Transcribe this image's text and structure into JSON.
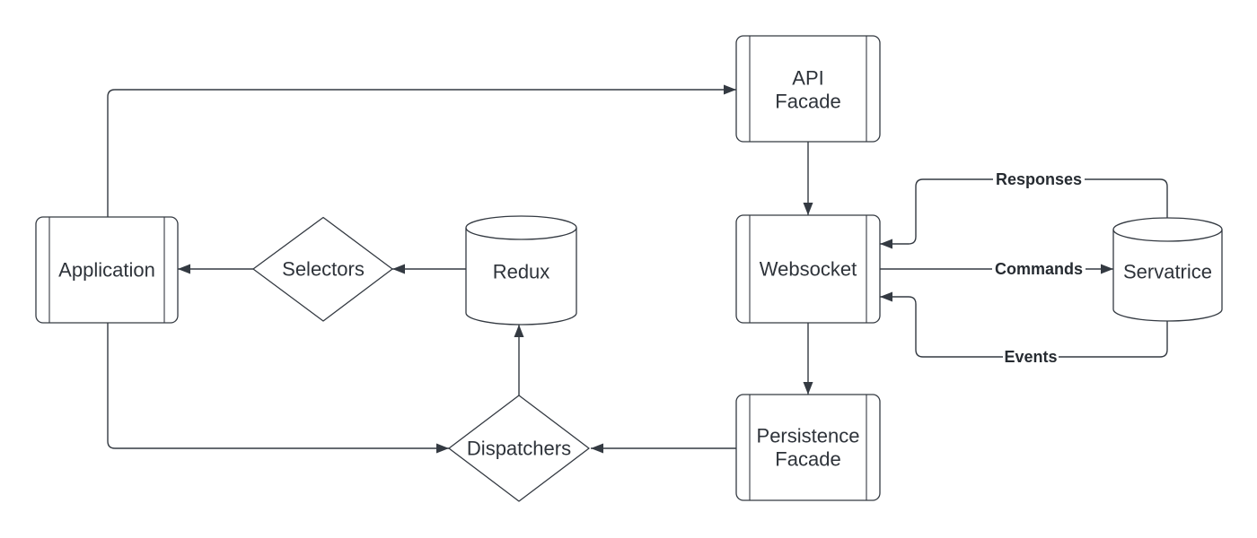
{
  "canvas": {
    "background": "#ffffff",
    "stroke_color": "#343a42",
    "node_text_color": "#2e333a",
    "edge_label_color": "#262b31"
  },
  "nodes": {
    "application": {
      "label": "Application",
      "shape": "process"
    },
    "selectors": {
      "label": "Selectors",
      "shape": "decision"
    },
    "redux": {
      "label": "Redux",
      "shape": "cylinder"
    },
    "api_facade": {
      "line1": "API",
      "line2": "Facade",
      "shape": "process"
    },
    "websocket": {
      "label": "Websocket",
      "shape": "process"
    },
    "servatrice": {
      "label": "Servatrice",
      "shape": "cylinder"
    },
    "persistence_facade": {
      "line1": "Persistence",
      "line2": "Facade",
      "shape": "process"
    },
    "dispatchers": {
      "label": "Dispatchers",
      "shape": "decision"
    }
  },
  "edges": [
    {
      "from": "Application",
      "to": "API Facade",
      "label": ""
    },
    {
      "from": "API Facade",
      "to": "Websocket",
      "label": ""
    },
    {
      "from": "Websocket",
      "to": "Servatrice",
      "label": "Commands"
    },
    {
      "from": "Servatrice",
      "to": "Websocket",
      "label": "Responses"
    },
    {
      "from": "Servatrice",
      "to": "Websocket",
      "label": "Events"
    },
    {
      "from": "Websocket",
      "to": "Persistence Facade",
      "label": ""
    },
    {
      "from": "Persistence Facade",
      "to": "Dispatchers",
      "label": ""
    },
    {
      "from": "Dispatchers",
      "to": "Redux",
      "label": ""
    },
    {
      "from": "Redux",
      "to": "Selectors",
      "label": ""
    },
    {
      "from": "Selectors",
      "to": "Application",
      "label": ""
    },
    {
      "from": "Application",
      "to": "Dispatchers",
      "label": ""
    }
  ]
}
